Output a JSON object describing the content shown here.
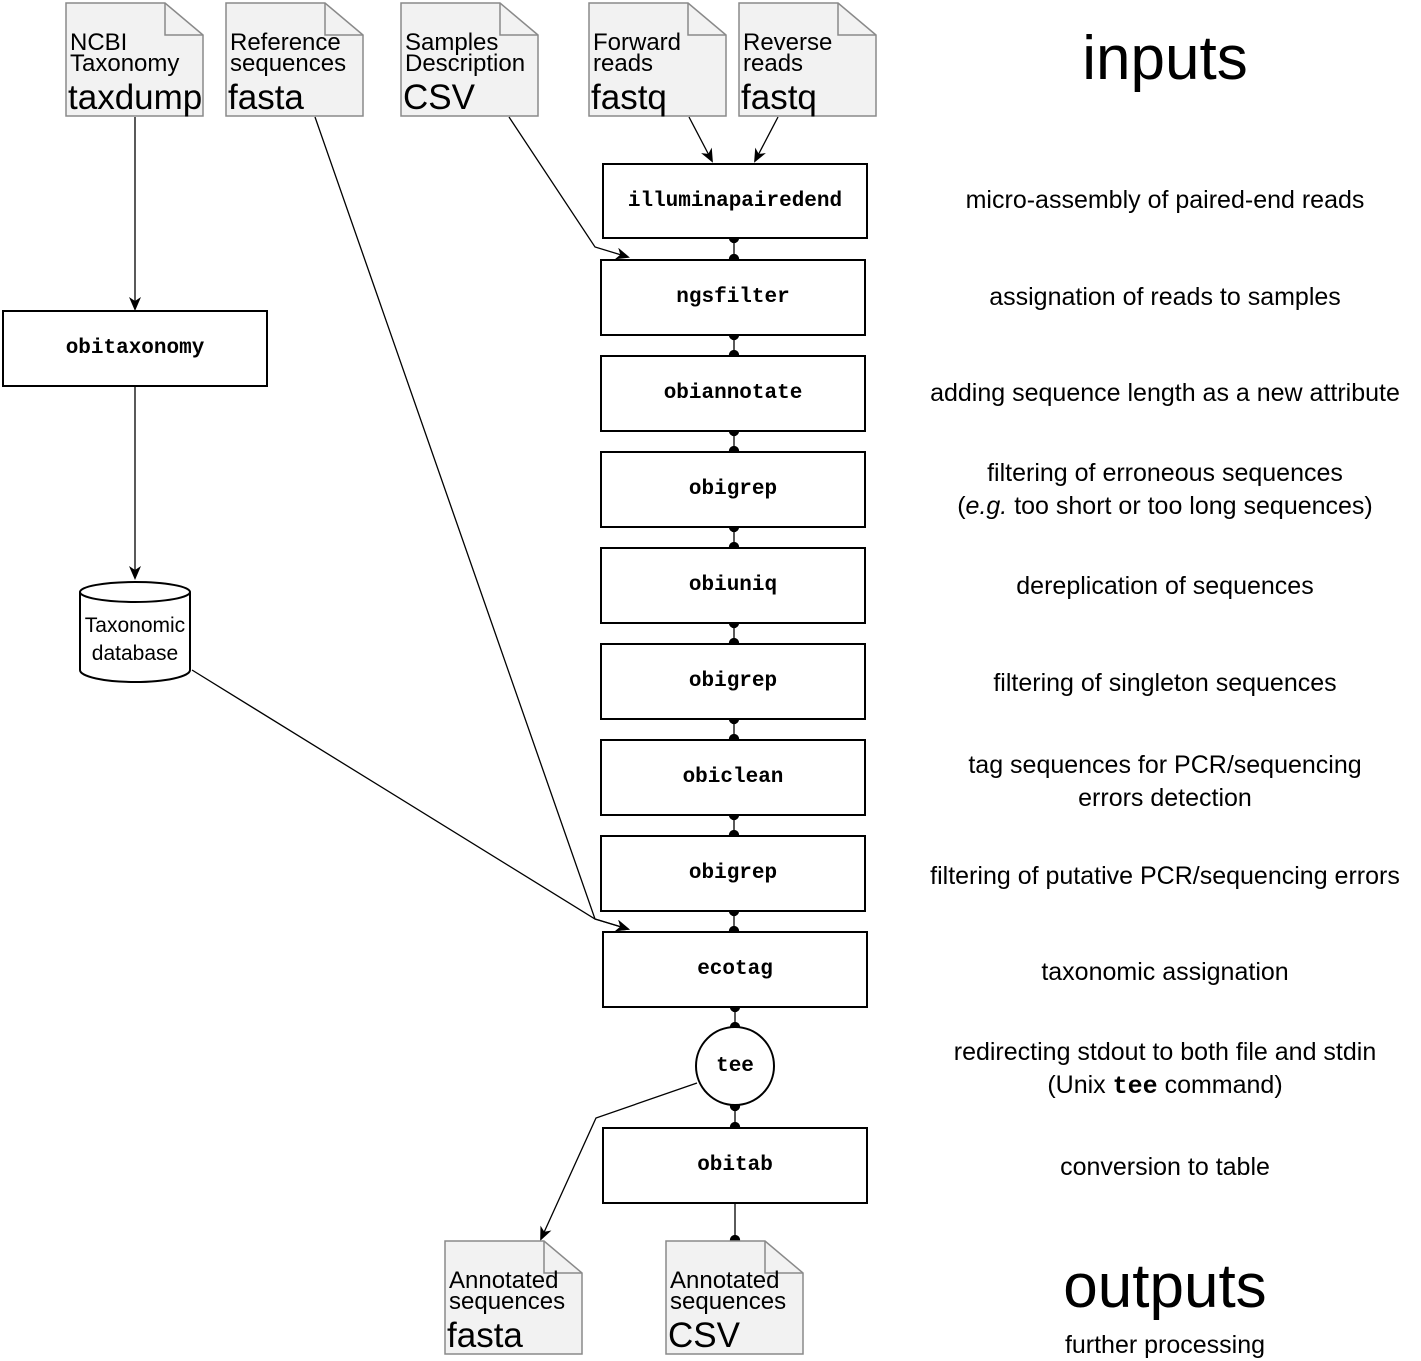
{
  "inputs": [
    {
      "id": "taxdump",
      "line1": "NCBI",
      "line2": "Taxonomy",
      "format": "taxdump"
    },
    {
      "id": "reference",
      "line1": "Reference",
      "line2": "sequences",
      "format": "fasta"
    },
    {
      "id": "samples",
      "line1": "Samples",
      "line2": "Description",
      "format": "CSV"
    },
    {
      "id": "forward",
      "line1": "Forward",
      "line2": "reads",
      "format": "fastq"
    },
    {
      "id": "reverse",
      "line1": "Reverse",
      "line2": "reads",
      "format": "fastq"
    }
  ],
  "pipeline": [
    {
      "cmd": "illuminapairedend",
      "desc": [
        "micro-assembly of paired-end reads"
      ]
    },
    {
      "cmd": "ngsfilter",
      "desc": [
        "assignation of reads to samples"
      ]
    },
    {
      "cmd": "obiannotate",
      "desc": [
        "adding sequence length as a new attribute"
      ]
    },
    {
      "cmd": "obigrep",
      "desc_pre": "(",
      "desc_em": "e.g.",
      "desc_post": " too short or too long sequences)",
      "desc": [
        "filtering of erroneous sequences"
      ]
    },
    {
      "cmd": "obiuniq",
      "desc": [
        "dereplication of sequences"
      ]
    },
    {
      "cmd": "obigrep",
      "desc": [
        "filtering of singleton sequences"
      ]
    },
    {
      "cmd": "obiclean",
      "desc": [
        "tag sequences for PCR/sequencing",
        "errors detection"
      ]
    },
    {
      "cmd": "obigrep",
      "desc": [
        "filtering of putative PCR/sequencing  errors"
      ]
    },
    {
      "cmd": "ecotag",
      "desc": [
        "taxonomic assignation"
      ]
    },
    {
      "cmd": "tee",
      "desc": [
        "redirecting stdout to both file and stdin"
      ],
      "desc2_pre": "(Unix ",
      "desc2_cmd": "tee",
      "desc2_post": " command)"
    },
    {
      "cmd": "obitab",
      "desc": [
        "conversion to table"
      ]
    }
  ],
  "side": {
    "obitaxonomy": "obitaxonomy",
    "database_line1": "Taxonomic",
    "database_line2": "database"
  },
  "outputs": [
    {
      "id": "annot_fasta",
      "line1": "Annotated",
      "line2": "sequences",
      "format": "fasta"
    },
    {
      "id": "annot_csv",
      "line1": "Annotated",
      "line2": "sequences",
      "format": "CSV"
    }
  ],
  "headings": {
    "inputs": "inputs",
    "outputs": "outputs",
    "further": "further processing"
  }
}
